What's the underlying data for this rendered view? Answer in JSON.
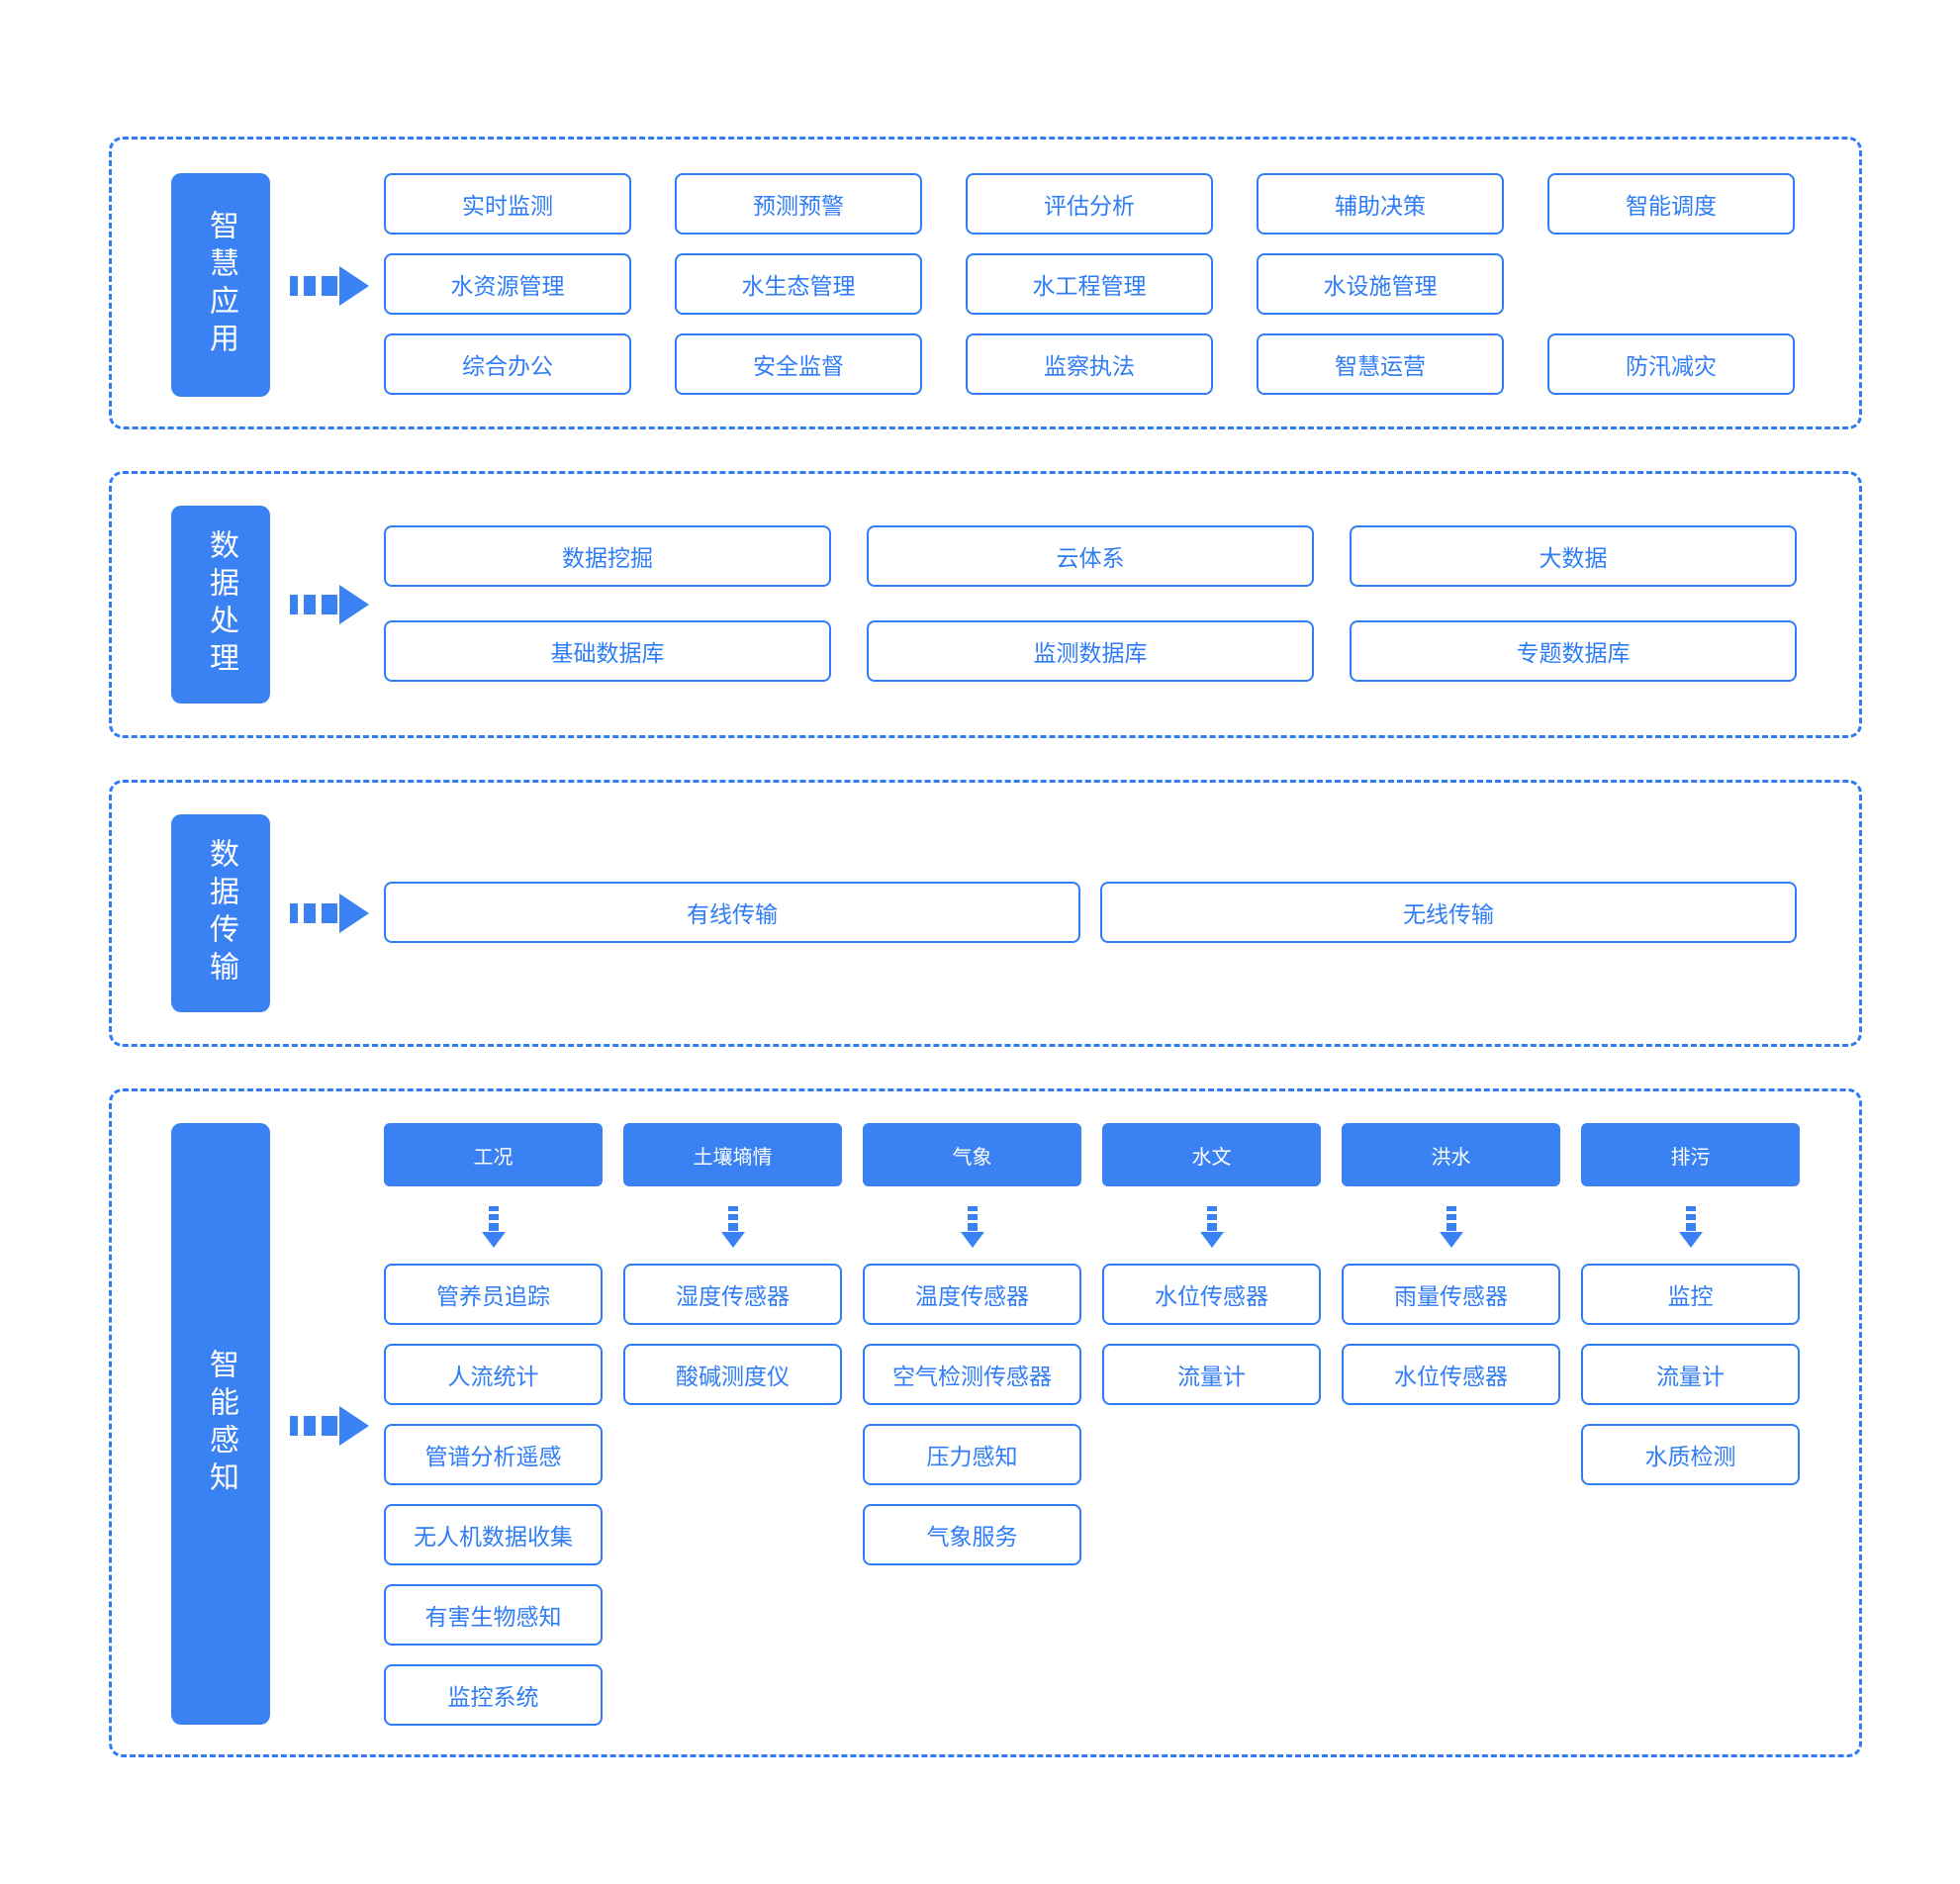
{
  "layers": [
    {
      "label": "智慧应用",
      "rows": [
        [
          "实时监测",
          "预测预警",
          "评估分析",
          "辅助决策",
          "智能调度"
        ],
        [
          "水资源管理",
          "水生态管理",
          "水工程管理",
          "水设施管理"
        ],
        [
          "综合办公",
          "安全监督",
          "监察执法",
          "智慧运营",
          "防汛减灾"
        ]
      ]
    },
    {
      "label": "数据处理",
      "rows": [
        [
          "数据挖掘",
          "云体系",
          "大数据"
        ],
        [
          "基础数据库",
          "监测数据库",
          "专题数据库"
        ]
      ]
    },
    {
      "label": "数据传输",
      "rows": [
        [
          "有线传输",
          "无线传输"
        ]
      ]
    },
    {
      "label": "智能感知",
      "columns": [
        {
          "header": "工况",
          "items": [
            "管养员追踪",
            "人流统计",
            "管谱分析遥感",
            "无人机数据收集",
            "有害生物感知",
            "监控系统"
          ]
        },
        {
          "header": "土壤墒情",
          "items": [
            "湿度传感器",
            "酸碱测度仪"
          ]
        },
        {
          "header": "气象",
          "items": [
            "温度传感器",
            "空气检测传感器",
            "压力感知",
            "气象服务"
          ]
        },
        {
          "header": "水文",
          "items": [
            "水位传感器",
            "流量计"
          ]
        },
        {
          "header": "洪水",
          "items": [
            "雨量传感器",
            "水位传感器"
          ]
        },
        {
          "header": "排污",
          "items": [
            "监控",
            "流量计",
            "水质检测"
          ]
        }
      ]
    }
  ],
  "colors": {
    "accent": "#2f7df6",
    "fill": "#3a82f4",
    "background": "#ffffff"
  },
  "icons": {
    "layer_arrow": "right-arrow-icon",
    "column_arrow": "down-arrow-icon"
  }
}
